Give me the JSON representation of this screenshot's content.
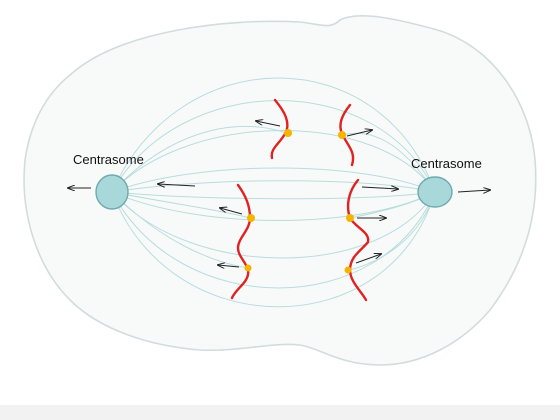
{
  "labels": {
    "left_centrosome": "Centrasome",
    "right_centrosome": "Centrasome"
  },
  "colors": {
    "cell_fill": "#f8fafa",
    "cell_outline": "#d3dcdc",
    "spindle_fiber": "#b9dcdc",
    "centrosome_fill": "#a8d8da",
    "centrosome_outline": "#6fa9ad",
    "chromosome": "#e02222",
    "kinetochore": "#f4b400",
    "arrow": "#222222",
    "label_text": "#111111"
  },
  "icons": {
    "centrosome": "circle",
    "chromosome": "wavy-line",
    "kinetochore": "dot",
    "direction": "arrow"
  }
}
